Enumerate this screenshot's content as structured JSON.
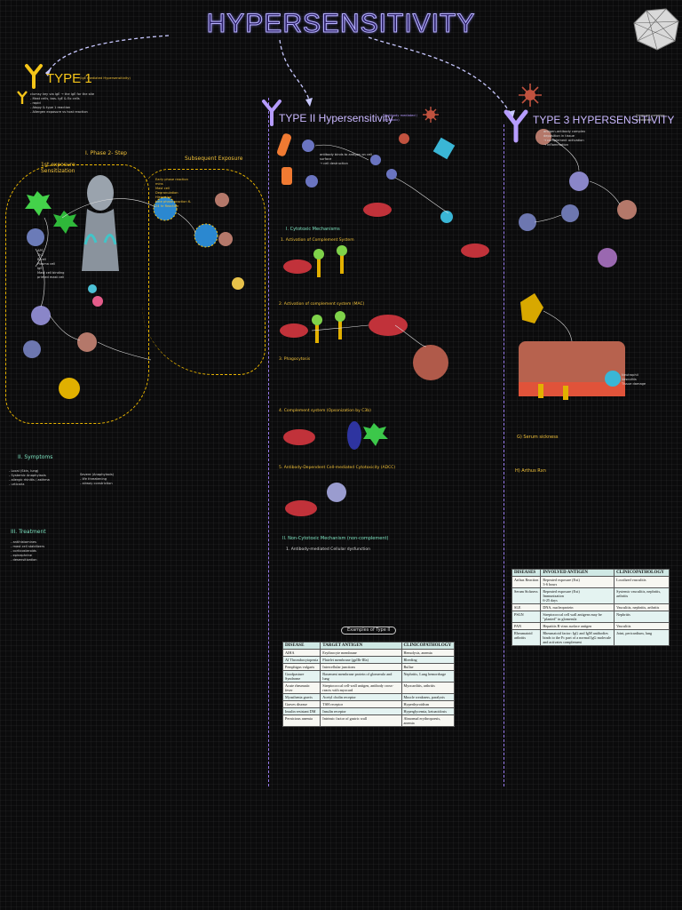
{
  "title": "HYPERSENSITIVITY",
  "type1": {
    "heading": "TYPE 1",
    "sub": "(IgE mediated Hypersensitivity)",
    "notes": "clumsy key via IgE → the IgE for the site\n- Mast cells, bas- IgE & Eo cells\n- rapid\n- Atopy & type 1 reaction\n- Allergen exposure vs host reaction",
    "phase_label": "I. Phase 2- Step",
    "step1": "1st exposure\nSensitization",
    "step2": "Subsequent Exposure",
    "box_notes": "Early phase reaction\nmins\nMast cell\nDegranulation\nHistamine\nLate phase reaction 6-\n24 hr Reaction",
    "left_notes": "APC\nTh2\nB-cell\nPlasma cell\nIgE\nMast cell binding\nprimed mast cell",
    "symptoms_h": "II. Symptoms",
    "symptoms": "- Local (Skin, lung)\n- Systemic Anaphylaxis\n- allergic rhinitis / asthma\n- urticaria",
    "anaphylaxis": "Severe (Anaphylaxis)\n- life threatening\n- airway constriction",
    "treatment_h": "III. Treatment",
    "treatment": "- antihistamines\n- mast cell stabilizers\n- corticosteroids\n- epinephrine\n- desensitization"
  },
  "type2": {
    "heading": "TYPE II Hypersensitivity",
    "sub": "(Antibody mediated / cytotoxic)",
    "mech1": "I. Cytotoxic Mechanisms",
    "mech1a": "1. Activation of Complement System",
    "mech1b": "2. Activation of complement system (MAC)",
    "mech1c": "3. Phagocytosis",
    "mech1d": "4. Complement system (Opsonization by C3b)",
    "mech1e": "5. Antibody-Dependent Cell-mediated Cytotoxicity (ADCC)",
    "mech2": "II. Non-Cytotoxic Mechanism (non-complement)",
    "mech2a": "1. Antibody-mediated Cellular dysfunction",
    "label_box": "Examples of Type II",
    "notes": "antibody binds to antigen on cell surface\n→ cell destruction",
    "table": {
      "headers": [
        "DISEASE",
        "TARGET ANTIGEN",
        "CLINICOPATHOLOGY"
      ],
      "rows": [
        [
          "AIHA",
          "Erythrocyte membrane",
          "Hemolysis, anemia"
        ],
        [
          "AI Thrombocytopenia",
          "Platelet membrane (gpIIb-IIIa)",
          "Bleeding"
        ],
        [
          "Pemphigus vulgaris",
          "Intercellular junctions",
          "Bullae"
        ],
        [
          "Goodpasture Syndrome",
          "Basement membrane protein of glomerulo and lung",
          "Nephritis, Lung hemorrhage"
        ],
        [
          "Acute rheumatic fever",
          "Streptococcal cell-wall antigen, antibody cross-reacts with myocard",
          "Myocarditis, arthritis"
        ],
        [
          "Myasthenia gravis",
          "Acetyl cholin receptor",
          "Muscle weakness, paralysis"
        ],
        [
          "Graves disease",
          "TSH receptor",
          "Hyperthyroidism"
        ],
        [
          "Insulin resistant DM",
          "Insulin receptor",
          "Hyperglycemia, ketoacidosis"
        ],
        [
          "Pernicious anemia",
          "Intrinsic factor of gastric wall",
          "Abnormal erythropoesis, anemia"
        ]
      ]
    }
  },
  "type3": {
    "heading": "TYPE 3 HYPERSENSITIVITY",
    "sub": "(Immune complex mediated)",
    "notes": "antigen-antibody complex\ndeposition in tissue\n→ complement activation\n→ inflammation",
    "site_notes": "Neutrophil\nVasculitis\nTissue damage",
    "serum_h": "G) Serum sickness",
    "arthus_h": "H) Arthus Rxn",
    "table": {
      "headers": [
        "DISEASES",
        "INVOLVED ANTIGEN",
        "CLINICOPATHOLOGY"
      ],
      "rows": [
        [
          "Arthus Reaction",
          "Repeated exposure (Ext)\n3-6 hours",
          "Localized vasculitis"
        ],
        [
          "Serum Sickness",
          "Repeated exposure (Ext)\nImmunization\n6-25 days",
          "Systemic vasculitis, nephritis, arthritis"
        ],
        [
          "SLE",
          "DNA, nucleoprotein",
          "Vasculitis, nephritis, arthritis"
        ],
        [
          "PSGN",
          "Streptococcal cell wall antigens may be \"planted\" in glomerula",
          "Nephritis"
        ],
        [
          "PAN",
          "Hepatitis B virus surface antigen",
          "Vasculitis"
        ],
        [
          "Rheumatoid arthritis",
          "Rheumatoid factor: IgG and IgM antibodies binds to the Fc part of a normal IgG molecule and activates complement",
          "Joint, pericardium, lung"
        ]
      ]
    }
  }
}
